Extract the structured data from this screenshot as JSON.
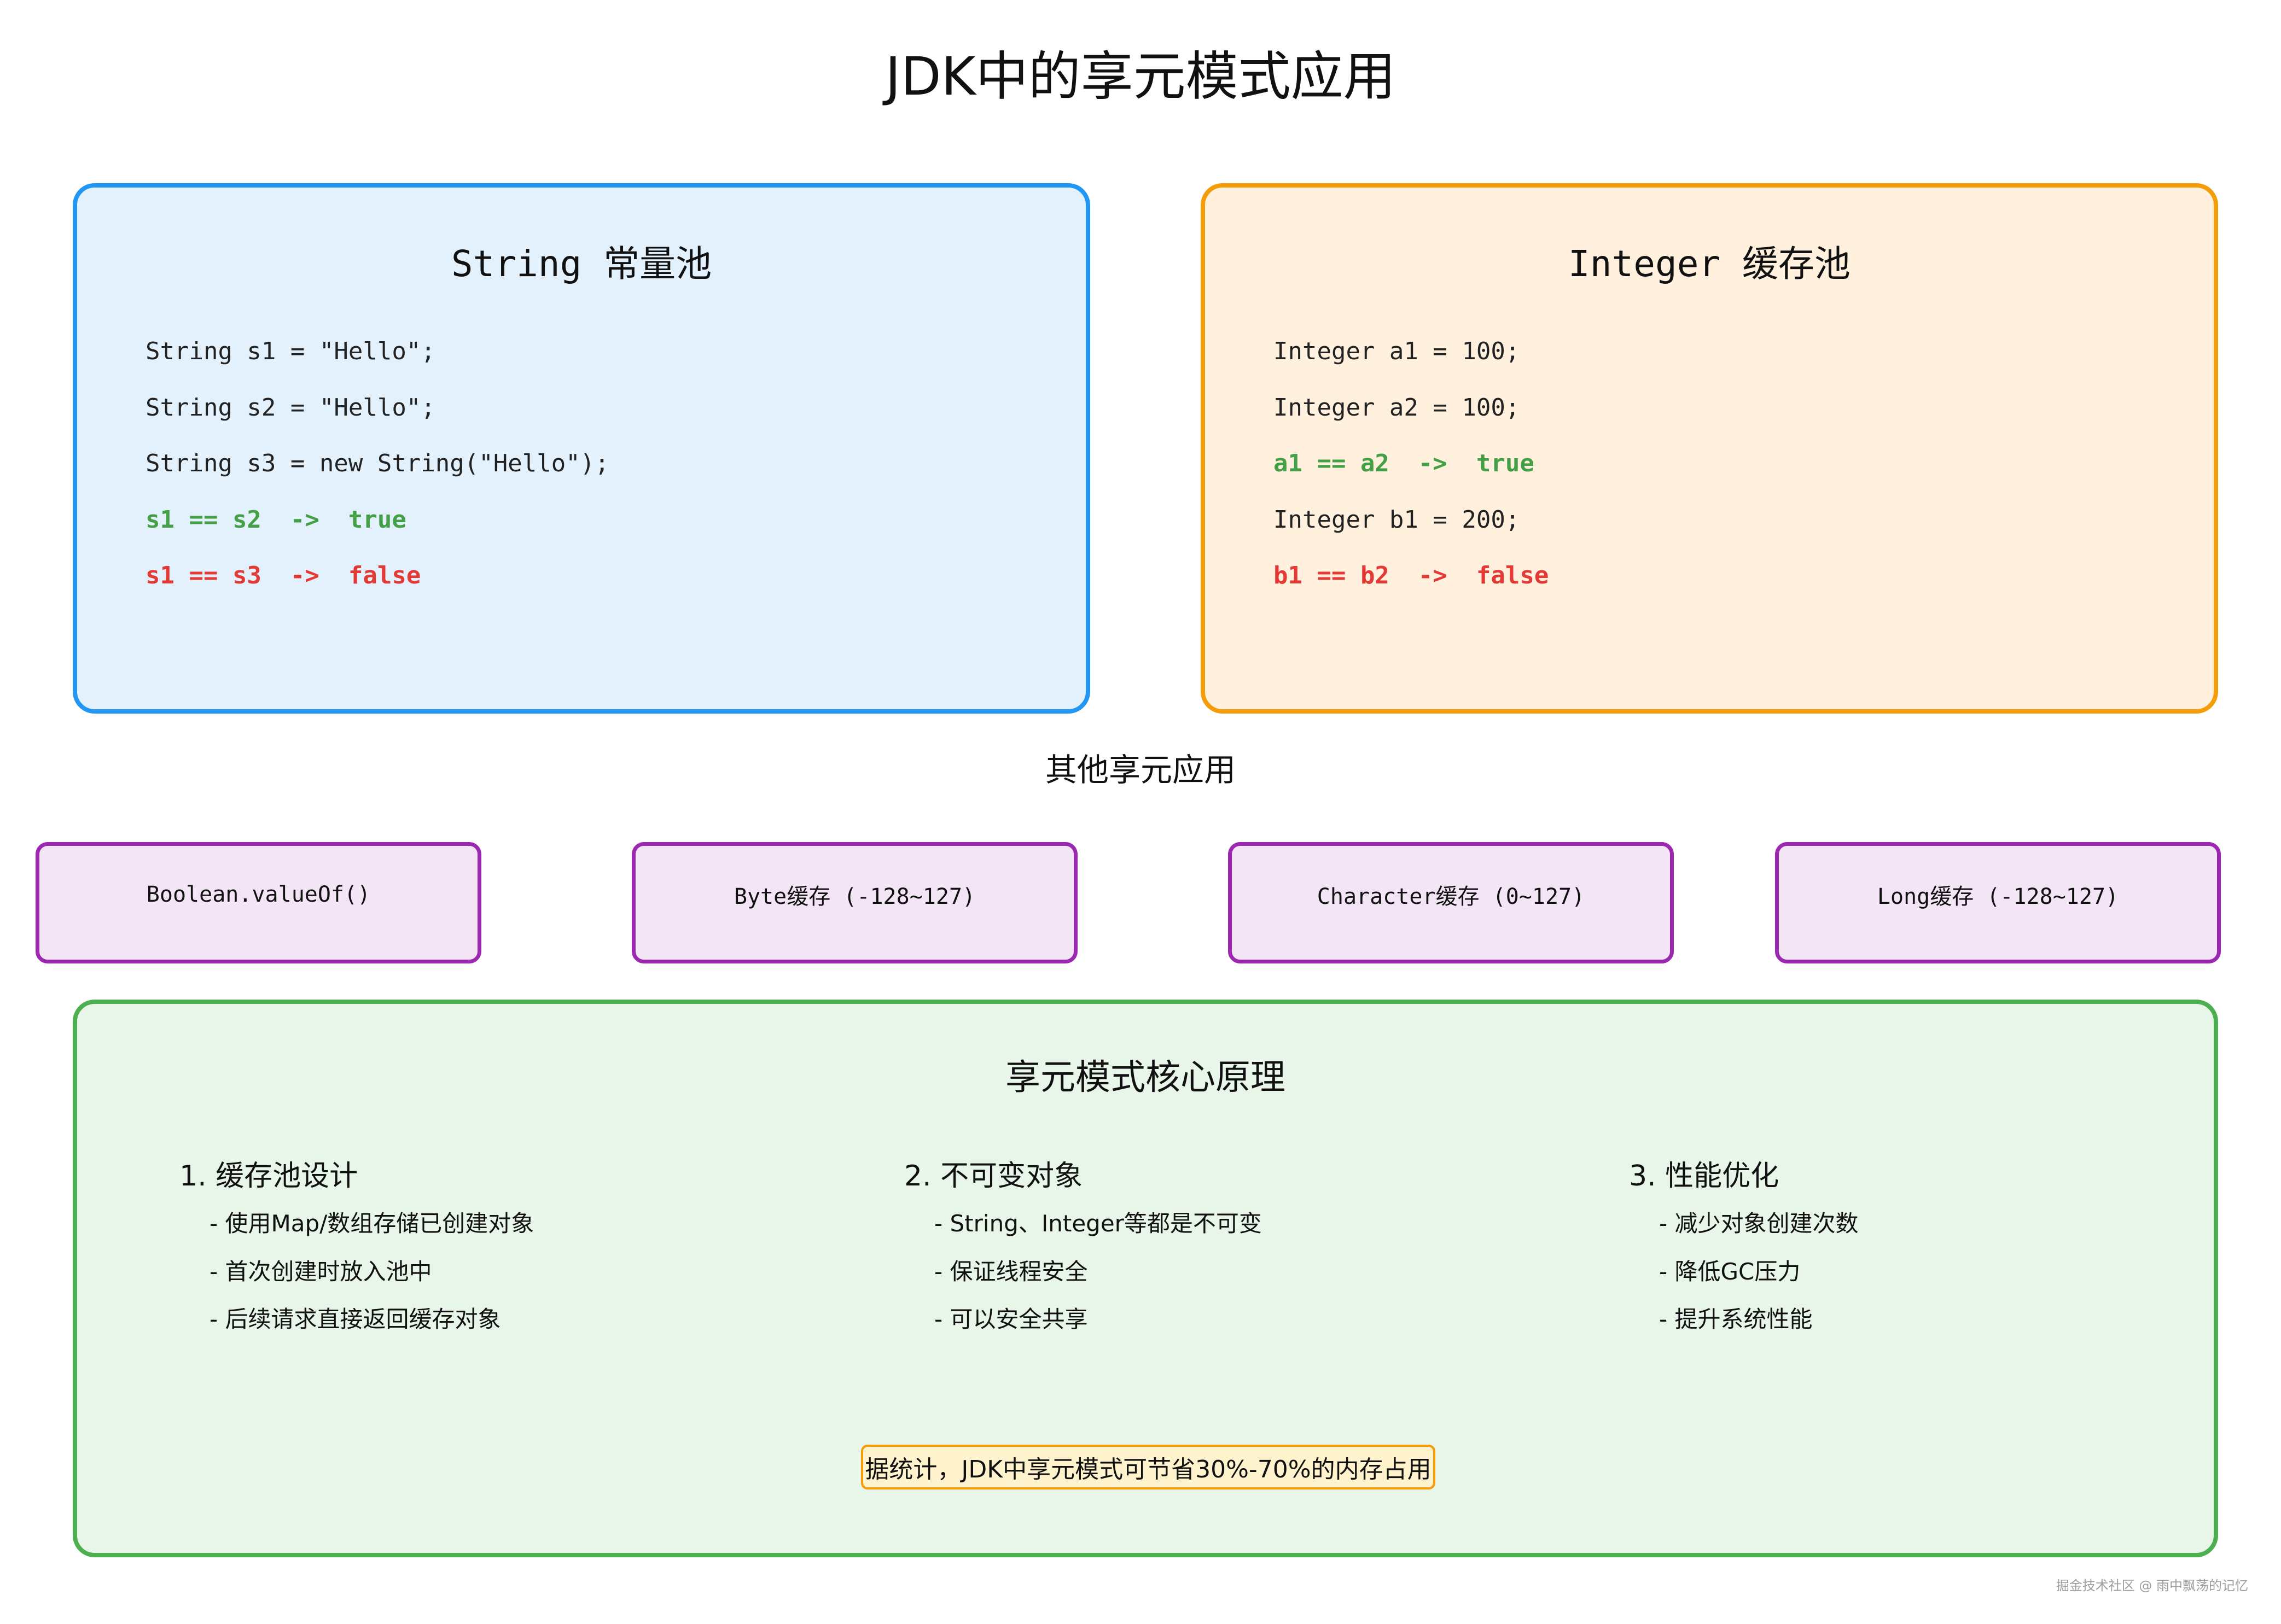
{
  "title": "JDK中的享元模式应用",
  "colors": {
    "string_bg": "#e3f1fc",
    "string_border": "#2196f3",
    "integer_bg": "#fff1dd",
    "integer_border": "#f59c0b",
    "other_bg": "#f3e4f6",
    "other_border": "#9c27b0",
    "core_bg": "#e8f5e9",
    "core_border": "#4caf50",
    "true_color": "#43a047",
    "false_color": "#e53935"
  },
  "string_pool": {
    "title": "String 常量池",
    "lines": [
      "String s1 = \"Hello\";",
      "String s2 = \"Hello\";",
      "String s3 = new String(\"Hello\");",
      "s1 == s2  ->  true",
      "s1 == s3  ->  false"
    ]
  },
  "integer_pool": {
    "title": "Integer 缓存池",
    "lines": [
      "Integer a1 = 100;",
      "Integer a2 = 100;",
      "a1 == a2  ->  true",
      "Integer b1 = 200;",
      "b1 == b2  ->  false"
    ]
  },
  "others": {
    "title": "其他享元应用",
    "items": [
      "Boolean.valueOf()",
      "Byte缓存 (-128~127)",
      "Character缓存 (0~127)",
      "Long缓存 (-128~127)"
    ]
  },
  "core": {
    "title": "享元模式核心原理",
    "columns": [
      {
        "title": "1. 缓存池设计",
        "items": [
          "- 使用Map/数组存储已创建对象",
          "- 首次创建时放入池中",
          "- 后续请求直接返回缓存对象"
        ]
      },
      {
        "title": "2. 不可变对象",
        "items": [
          "- String、Integer等都是不可变",
          "- 保证线程安全",
          "- 可以安全共享"
        ]
      },
      {
        "title": "3. 性能优化",
        "items": [
          "- 减少对象创建次数",
          "- 降低GC压力",
          "- 提升系统性能"
        ]
      }
    ],
    "note": "据统计，JDK中享元模式可节省30%-70%的内存占用"
  },
  "watermark": "掘金技术社区 @ 雨中飘荡的记忆"
}
